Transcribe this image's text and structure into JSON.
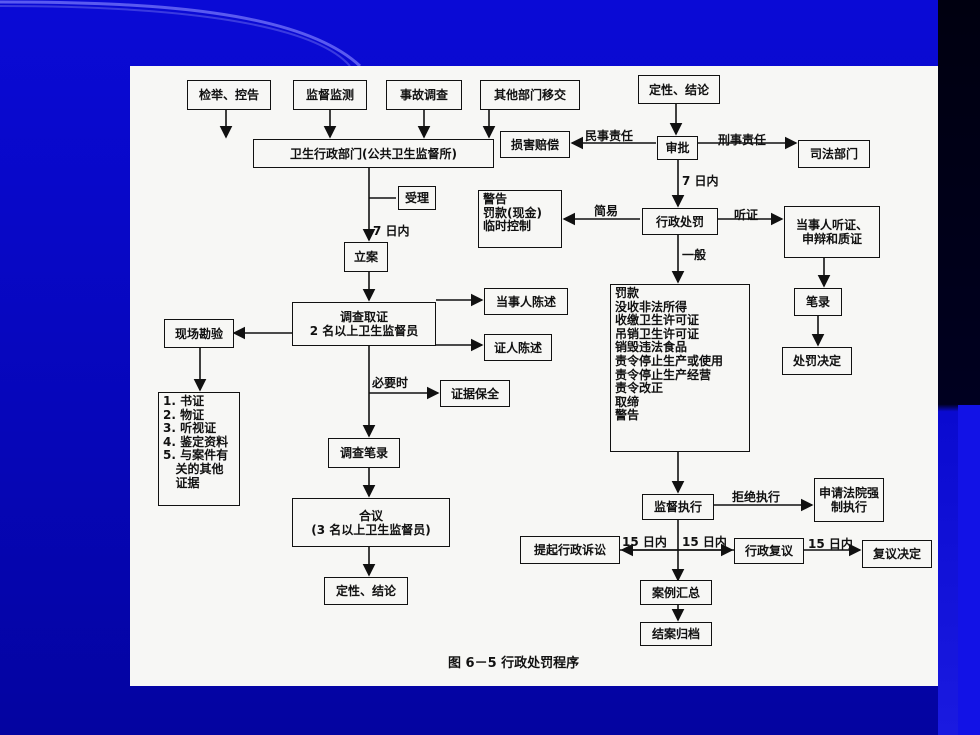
{
  "boxes": {
    "report": "检举、控告",
    "monitor": "监督监测",
    "accident": "事故调查",
    "transfer": "其他部门移交",
    "dept": "卫生行政部门(公共卫生监督所)",
    "accept": "受理",
    "file_case": "立案",
    "investigate_line1": "调查取证",
    "investigate_line2": "2 名以上卫生监督员",
    "site": "现场勘验",
    "party_statement": "当事人陈述",
    "witness_statement": "证人陈述",
    "preserve": "证据保全",
    "record": "调查笔录",
    "discuss_line1": "合议",
    "discuss_line2": "(3 名以上卫生监督员)",
    "conclude_left": "定性、结论",
    "conclude_top": "定性、结论",
    "compensation": "损害赔偿",
    "review": "审批",
    "judicial": "司法部门",
    "penalty": "行政处罚",
    "hearing": "当事人听证、申辩和质证",
    "notes": "笔录",
    "decision": "处罚决定",
    "supervise": "监督执行",
    "court": "申请法院强制执行",
    "lawsuit": "提起行政诉讼",
    "admin_review": "行政复议",
    "review_decision": "复议决定",
    "summary": "案例汇总",
    "archive": "结案归档"
  },
  "evidence_list": [
    "1. 书证",
    "2. 物证",
    "3. 听视证",
    "4. 鉴定资料",
    "5. 与案件有",
    "   关的其他",
    "   证据"
  ],
  "simple_list": [
    "警告",
    "罚款(现金)",
    "临时控制"
  ],
  "general_list": [
    "罚款",
    "没收非法所得",
    "收缴卫生许可证",
    "吊销卫生许可证",
    "销毁违法食品",
    "责令停止生产或使用",
    "责令停止生产经营",
    "责令改正",
    "取缔",
    "警告"
  ],
  "labels": {
    "civil": "民事责任",
    "criminal": "刑事责任",
    "within7_top": "7 日内",
    "within7_left": "7 日内",
    "simple": "简易",
    "hearing": "听证",
    "general": "一般",
    "when_needed": "必要时",
    "refuse": "拒绝执行",
    "d15a": "15 日内",
    "d15b": "15 日内",
    "d15c": "15 日内"
  },
  "caption": "图 6－5  行政处罚程序"
}
